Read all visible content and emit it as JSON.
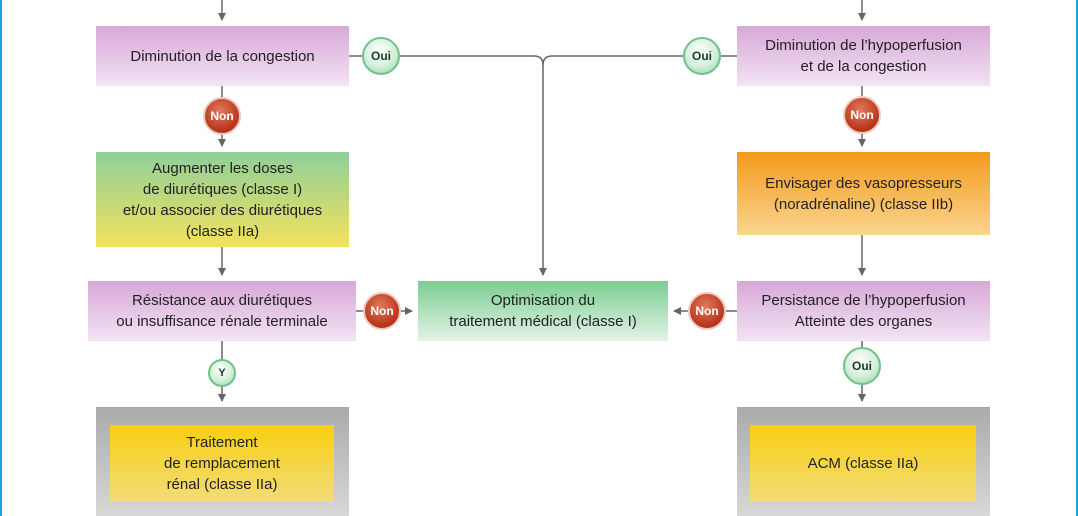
{
  "left_column": {
    "congestion_box": "Diminution de la congestion",
    "diuretic_box": "Augmenter les doses\nde diurétiques (classe I)\net/ou associer des diurétiques\n(classe IIa)",
    "resistance_box": "Résistance aux diurétiques\nou insuffisance rénale terminale",
    "renal_box": "Traitement\nde remplacement\nrénal (classe IIa)"
  },
  "center": {
    "optimisation_box": "Optimisation du\ntraitement médical (classe I)"
  },
  "right_column": {
    "hypoperfusion_box": "Diminution de l’hypoperfusion\net de la congestion",
    "vasopressor_box": "Envisager des vasopresseurs\n(noradrénaline) (classe IIb)",
    "persistence_box": "Persistance de l’hypoperfusion\nAtteinte des organes",
    "acm_box": "ACM (classe IIa)"
  },
  "badges": {
    "oui": "Oui",
    "non": "Non",
    "y": "Y"
  },
  "colors": {
    "frame": "#1da1e0",
    "connector": "#666666"
  }
}
